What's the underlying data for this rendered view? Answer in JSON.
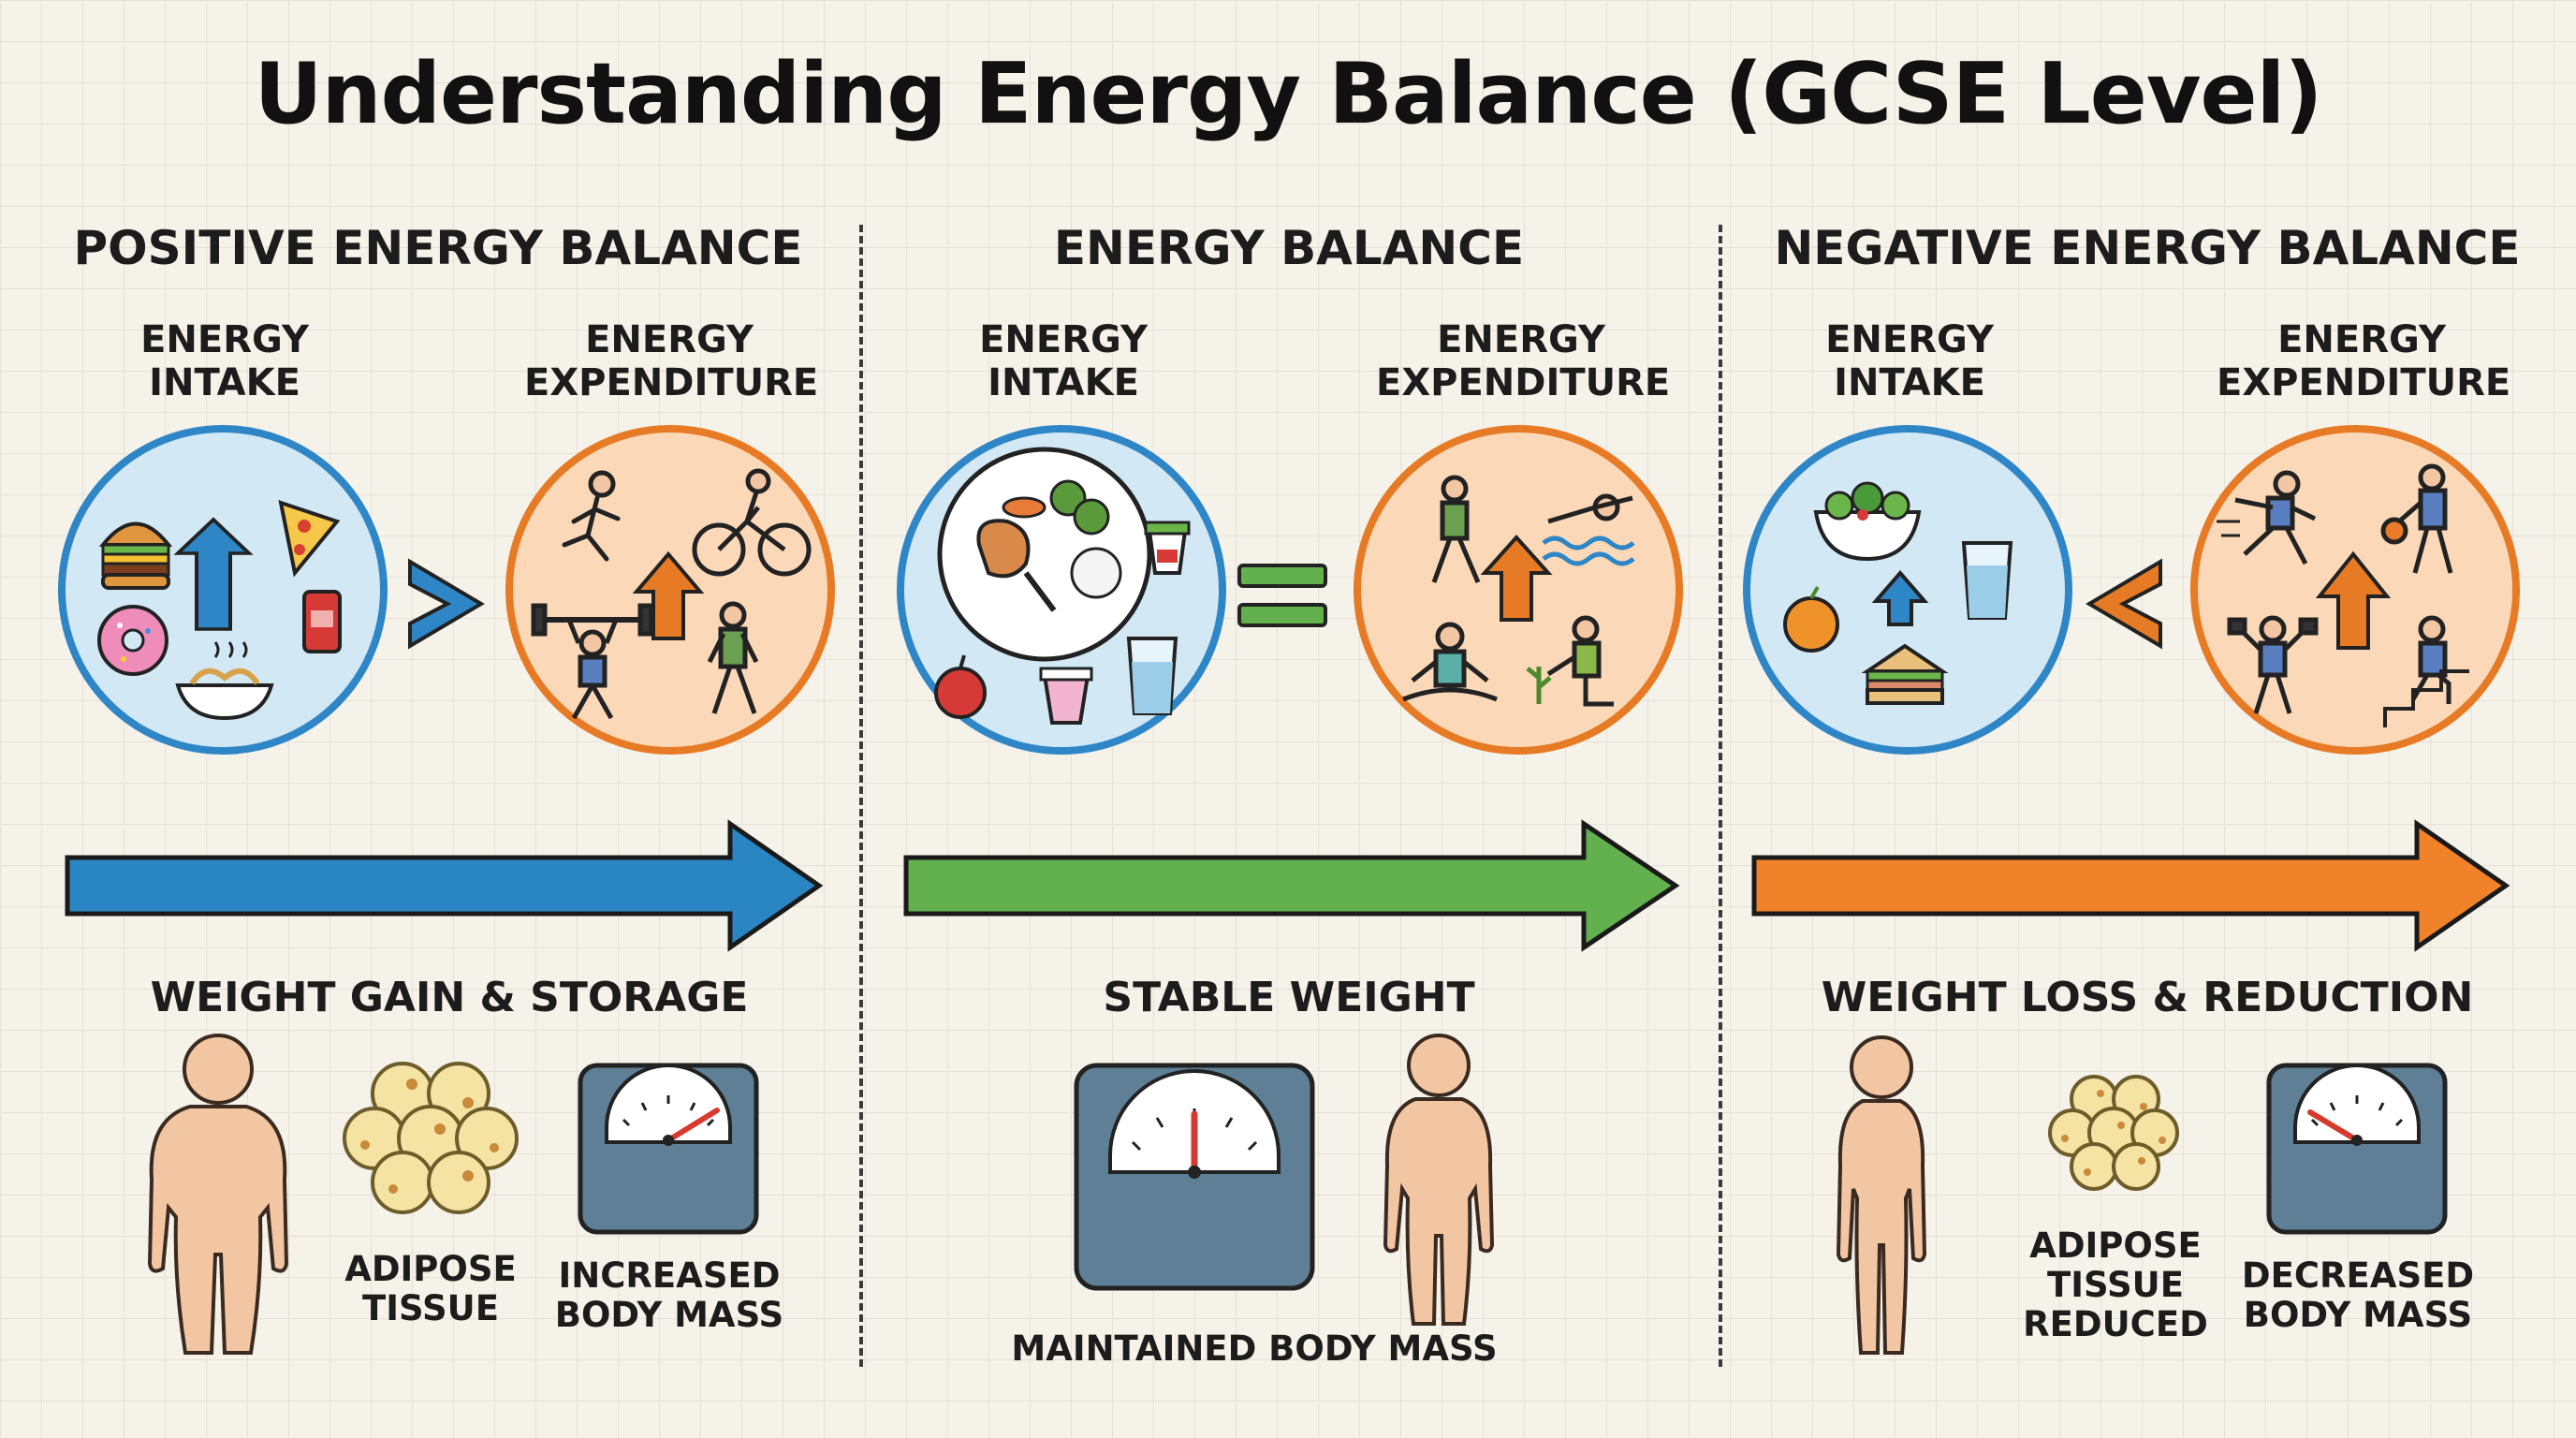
{
  "title": "Understanding Energy Balance (GCSE Level)",
  "panels": [
    {
      "heading": "POSITIVE ENERGY BALANCE",
      "intake_label": "ENERGY INTAKE",
      "expenditure_label": "ENERGY EXPENDITURE",
      "comparison": "greater-than",
      "outcome": "WEIGHT GAIN & STORAGE",
      "captions": [
        "ADIPOSE TISSUE",
        "INCREASED BODY MASS"
      ],
      "arrow_color": "#2a86c2"
    },
    {
      "heading": "ENERGY BALANCE",
      "intake_label": "ENERGY INTAKE",
      "expenditure_label": "ENERGY EXPENDITURE",
      "comparison": "equals",
      "outcome": "STABLE WEIGHT",
      "captions": [
        "MAINTAINED BODY MASS"
      ],
      "arrow_color": "#63b04f"
    },
    {
      "heading": "NEGATIVE ENERGY BALANCE",
      "intake_label": "ENERGY INTAKE",
      "expenditure_label": "ENERGY EXPENDITURE",
      "comparison": "less-than",
      "outcome": "WEIGHT LOSS & REDUCTION",
      "captions": [
        "ADIPOSE TISSUE REDUCED",
        "DECREASED BODY MASS"
      ],
      "arrow_color": "#f0822a"
    }
  ],
  "colors": {
    "intake_blue": "#2f86c6",
    "expenditure_orange": "#e77a25",
    "balance_green": "#63b04f",
    "skin": "#f3c6a3",
    "scale": "#5e7f96"
  }
}
